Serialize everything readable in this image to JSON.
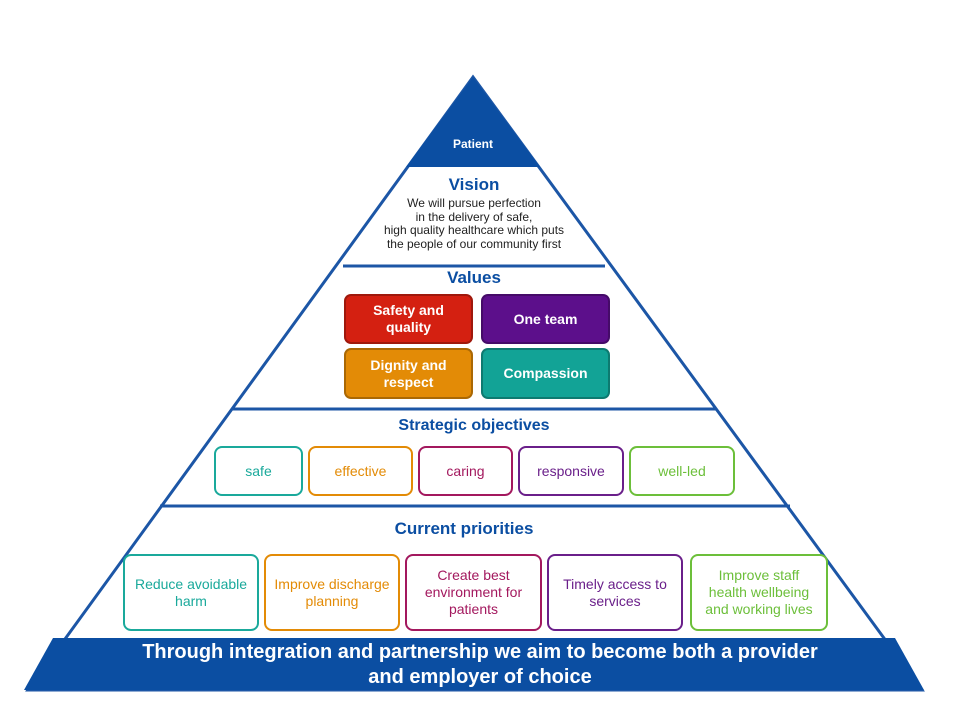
{
  "apex": {
    "label": "Patient"
  },
  "vision": {
    "heading": "Vision",
    "lines": [
      "We will pursue perfection",
      "in the delivery of safe,",
      "high quality healthcare which puts",
      "the people of our community first"
    ]
  },
  "values": {
    "heading": "Values",
    "items": [
      {
        "label": "Safety and quality",
        "color": "#d42011"
      },
      {
        "label": "One team",
        "color": "#5c0f8b"
      },
      {
        "label": "Dignity and respect",
        "color": "#e38b06"
      },
      {
        "label": "Compassion",
        "color": "#12a396"
      }
    ]
  },
  "strategic_objectives": {
    "heading": "Strategic objectives",
    "items": [
      {
        "label": "safe",
        "color": "#1aa99b"
      },
      {
        "label": "effective",
        "color": "#e38b06"
      },
      {
        "label": "caring",
        "color": "#a3185e"
      },
      {
        "label": "responsive",
        "color": "#6a1f8a"
      },
      {
        "label": "well-led",
        "color": "#6cbf3a"
      }
    ]
  },
  "current_priorities": {
    "heading": "Current priorities",
    "items": [
      {
        "label": "Reduce avoidable harm",
        "color": "#1aa99b"
      },
      {
        "label": "Improve discharge planning",
        "color": "#e38b06"
      },
      {
        "label": "Create best environment for patients",
        "color": "#a3185e"
      },
      {
        "label": "Timely access to services",
        "color": "#6a1f8a"
      },
      {
        "label": "Improve staff health wellbeing and working lives",
        "color": "#6cbf3a"
      }
    ]
  },
  "banner": {
    "line1": "Through integration and partnership we aim to become both a provider",
    "line2": "and employer of choice"
  },
  "colors": {
    "brand_blue": "#0b4ea2",
    "outline_blue": "#1c56a6"
  }
}
